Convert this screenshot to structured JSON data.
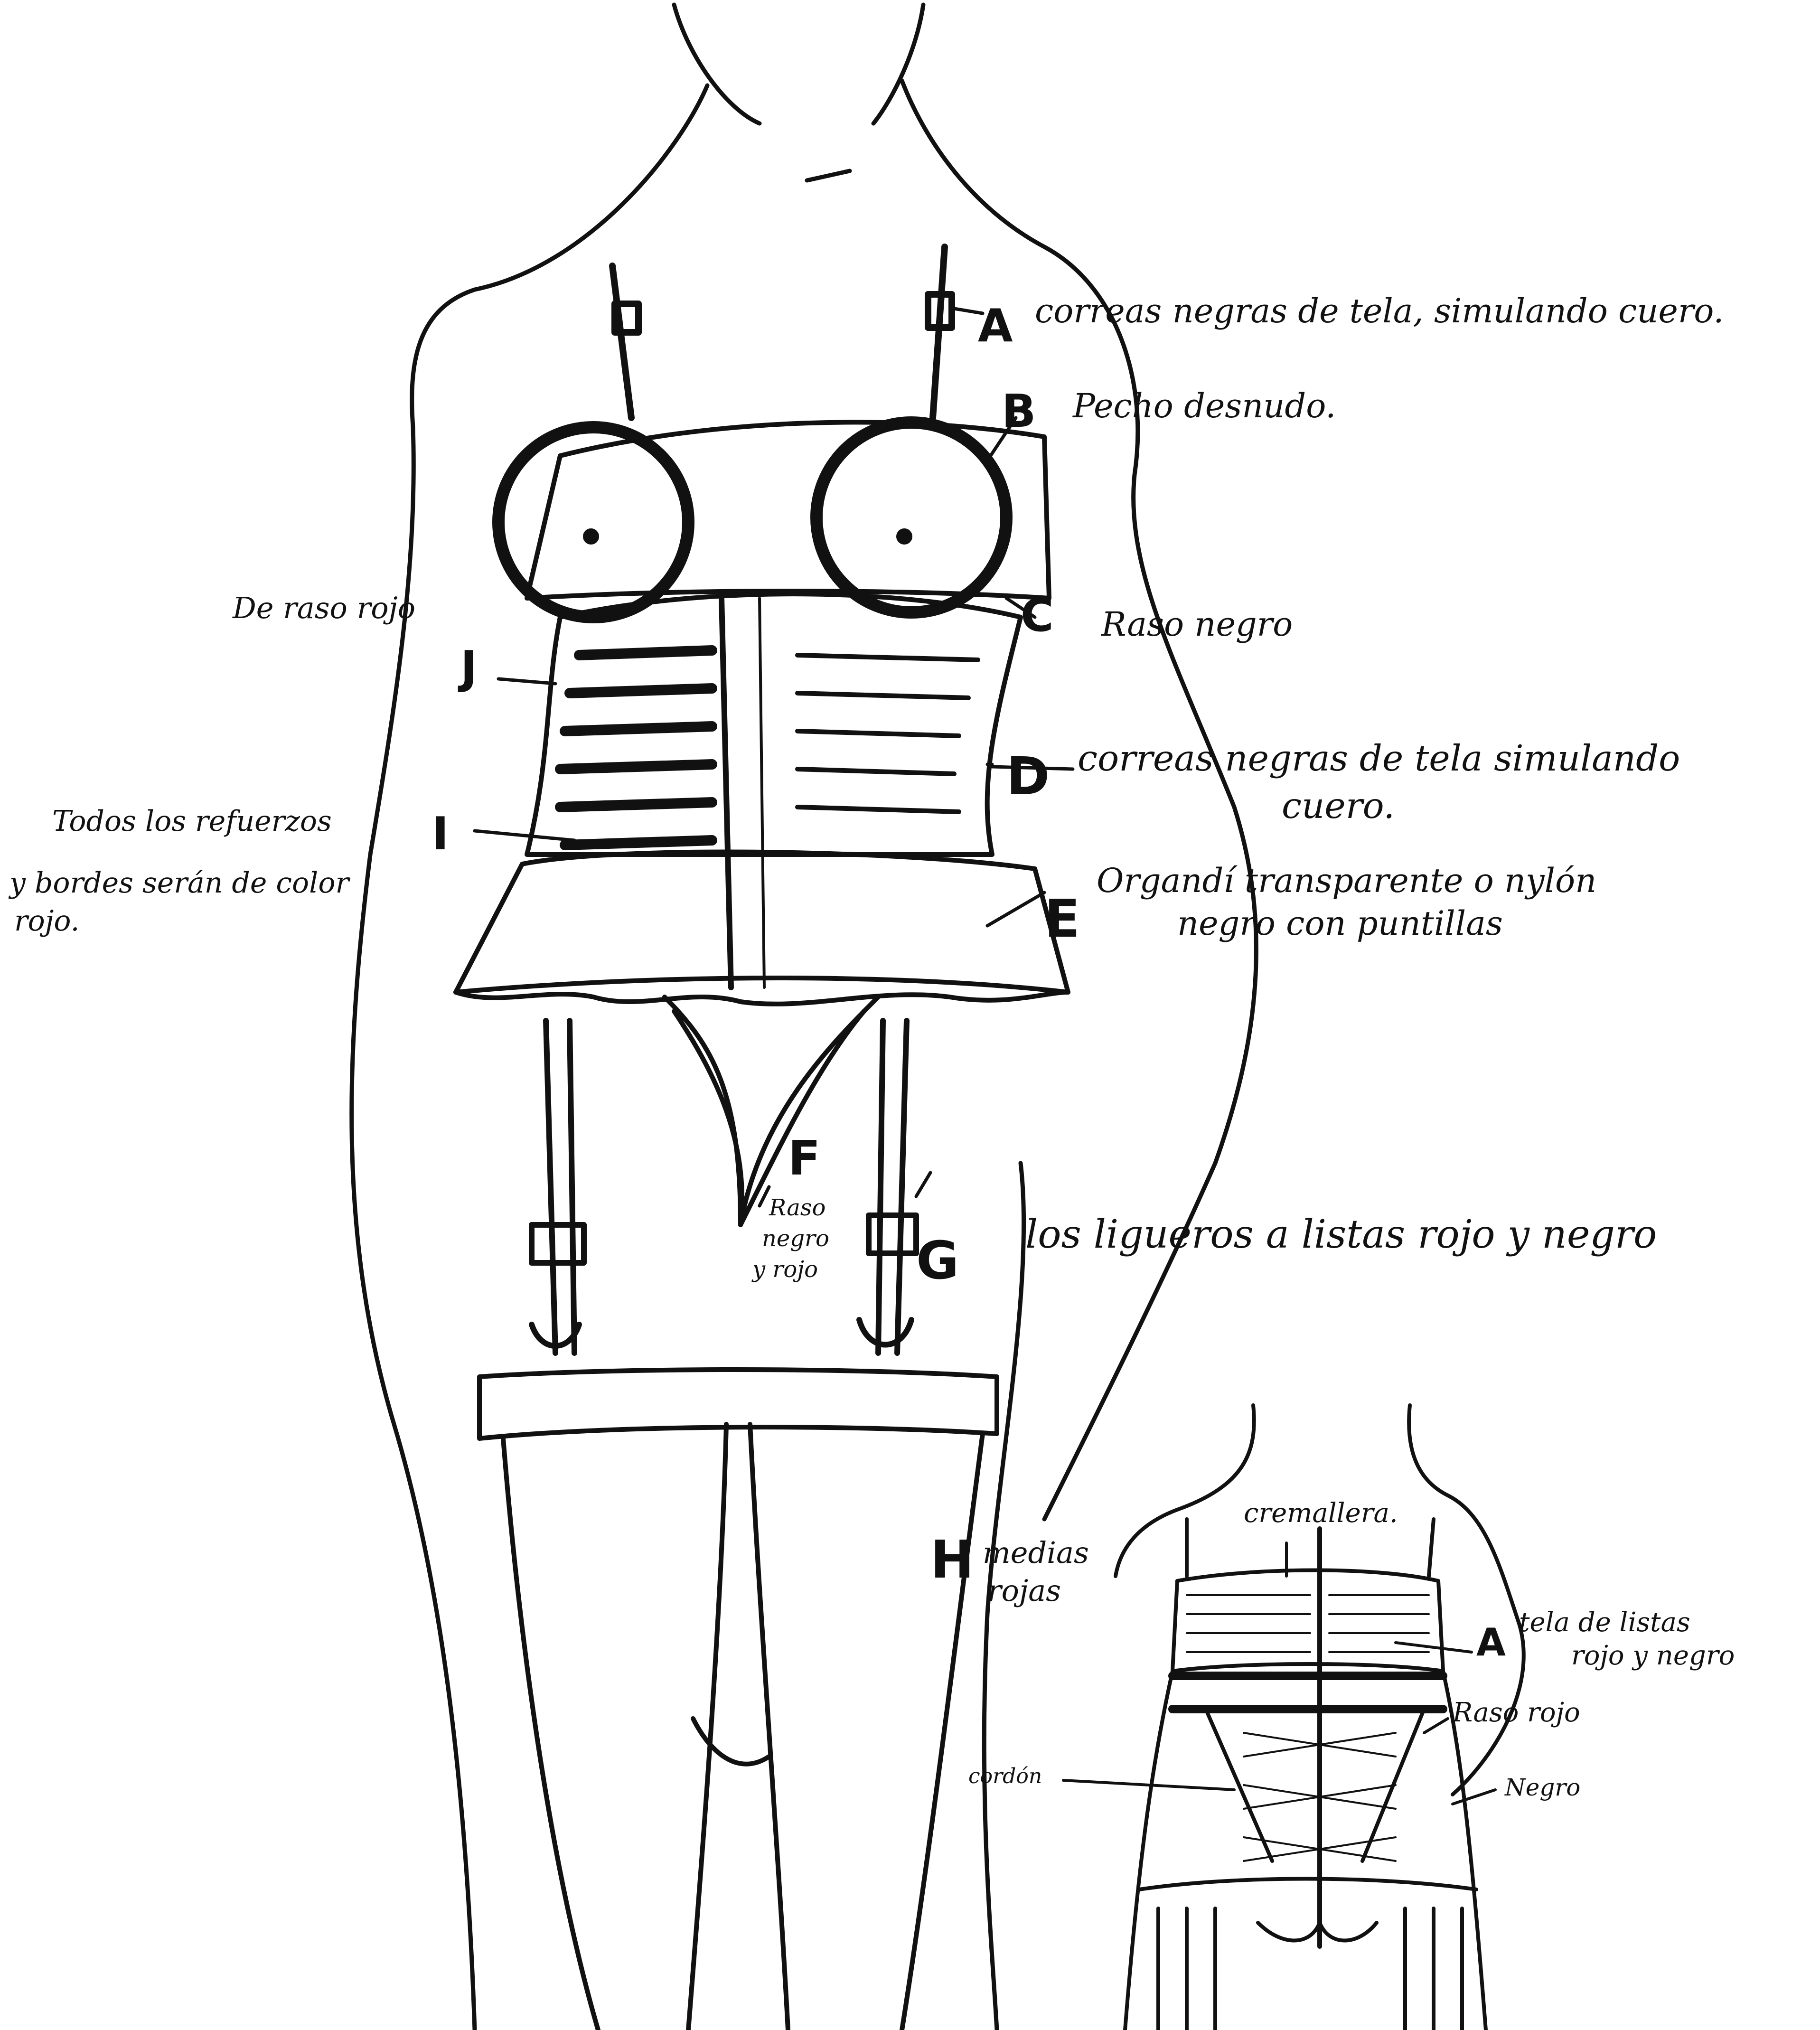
{
  "main_figure": {
    "callouts": {
      "A": {
        "letter": "A",
        "text": "correas negras de tela, simulando cuero."
      },
      "B": {
        "letter": "B",
        "text": "Pecho desnudo."
      },
      "C": {
        "letter": "C",
        "text": "Raso negro"
      },
      "D": {
        "letter": "D",
        "text_line1": "correas negras de tela simulando",
        "text_line2": "cuero."
      },
      "E": {
        "letter": "E",
        "text_line1": "Organdí transparente o nylón",
        "text_line2": "negro con puntillas"
      },
      "F": {
        "letter": "F",
        "text_line1": "Raso",
        "text_line2": "negro",
        "text_line3": "y rojo"
      },
      "G": {
        "letter": "G",
        "text": "los ligueros a listas rojo y negro"
      },
      "H": {
        "letter": "H",
        "text_line1": "medias",
        "text_line2": "rojas"
      },
      "I": {
        "letter": "I",
        "text_line1": "Todos los refuerzos",
        "text_line2": "y bordes serán de color",
        "text_line3": "rojo."
      },
      "J": {
        "letter": "J",
        "text": "De raso rojo"
      }
    }
  },
  "back_view": {
    "zipper_label": "cremallera.",
    "A": {
      "letter": "A",
      "text_line1": "tela de listas",
      "text_line2": "rojo y negro"
    },
    "raso_rojo": "Raso rojo",
    "cordon": "cordón",
    "negro": "Negro"
  }
}
